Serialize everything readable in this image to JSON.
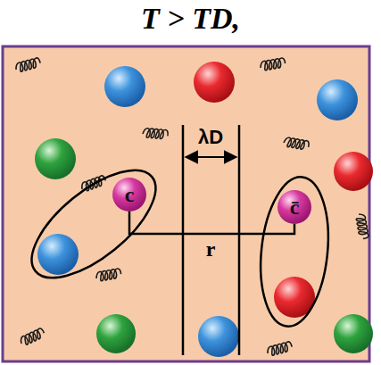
{
  "diagram": {
    "title": "T > TD,",
    "nodes": [
      {
        "text": [
          "c"
        ]
      },
      {
        "text": [
          "c̄"
        ]
      }
    ],
    "edges": [
      {
        "from": 0,
        "to": 1,
        "arrow": "none",
        "label": "r"
      }
    ],
    "labels": [
      "λD"
    ]
  }
}
